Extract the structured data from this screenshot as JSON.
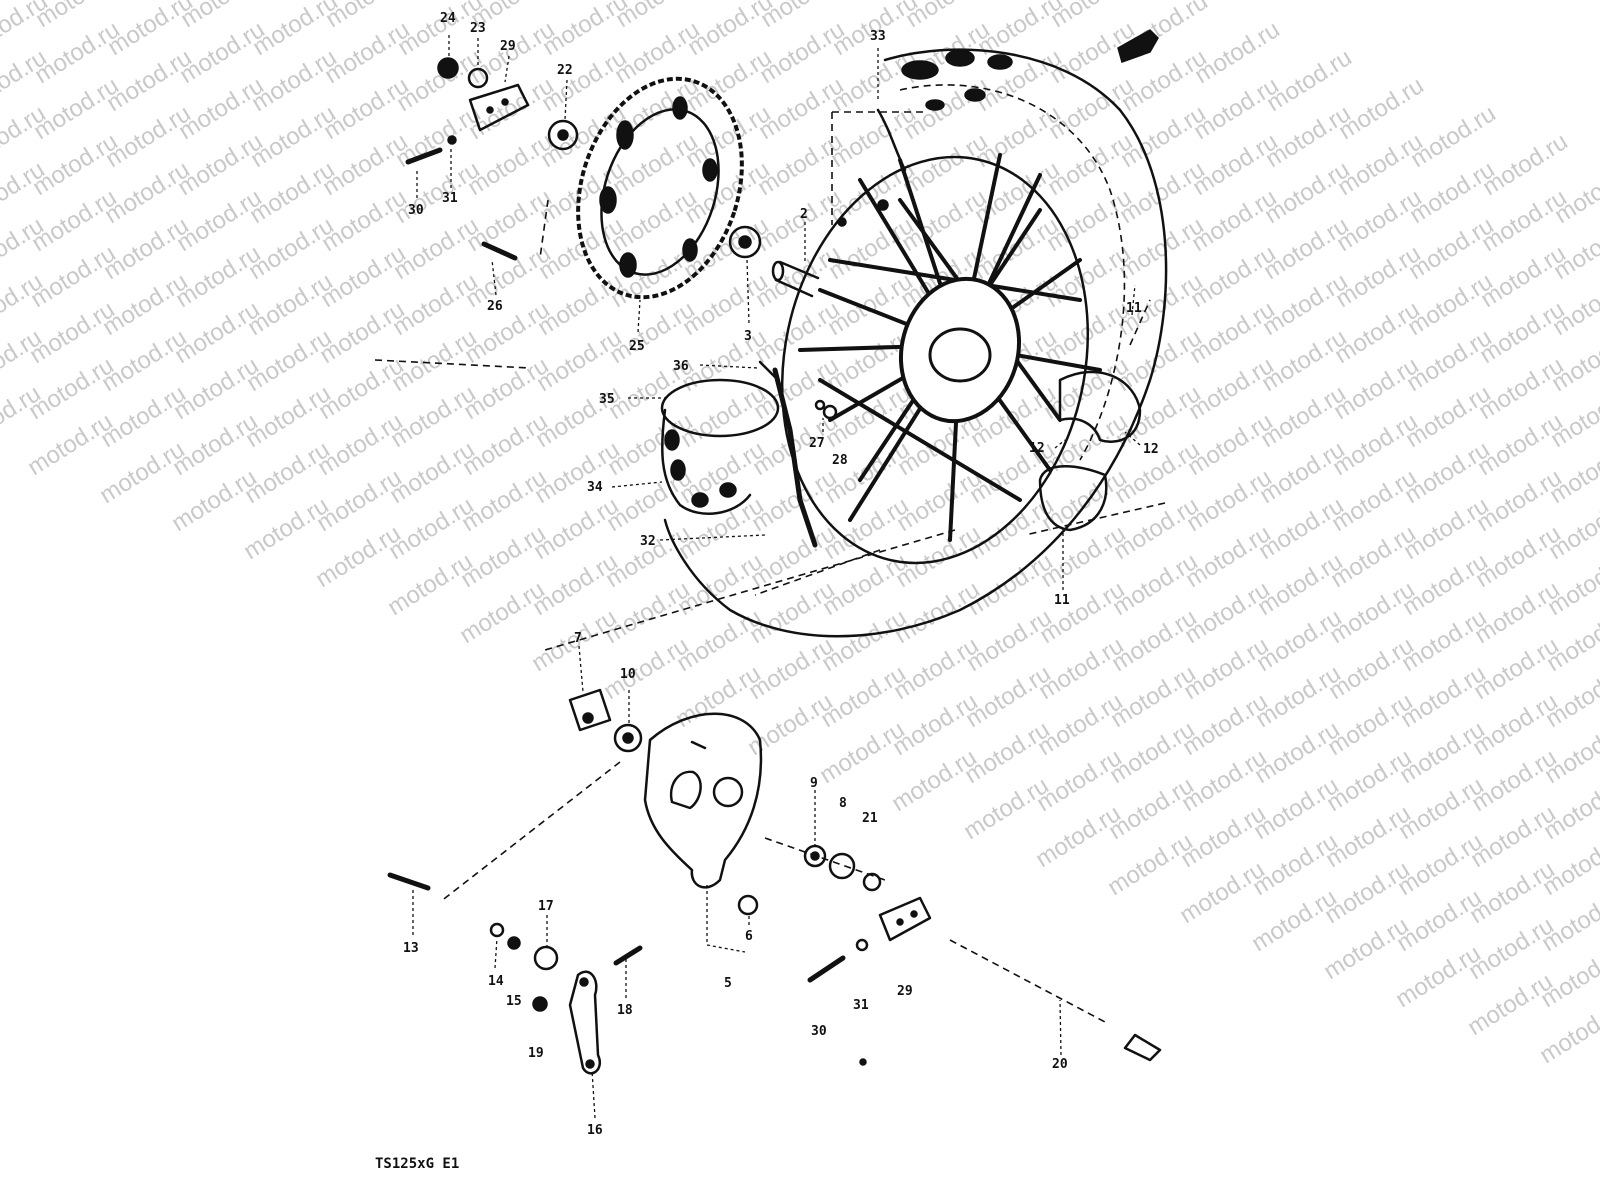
{
  "watermark": "motod.ru",
  "diagram_code": "TS125xG E1",
  "callouts": [
    {
      "id": "24",
      "label": "24"
    },
    {
      "id": "23",
      "label": "23"
    },
    {
      "id": "29a",
      "label": "29"
    },
    {
      "id": "22",
      "label": "22"
    },
    {
      "id": "33a",
      "label": "33"
    },
    {
      "id": "30a",
      "label": "30"
    },
    {
      "id": "31a",
      "label": "31"
    },
    {
      "id": "2",
      "label": "2"
    },
    {
      "id": "26",
      "label": "26"
    },
    {
      "id": "3",
      "label": "3"
    },
    {
      "id": "25",
      "label": "25"
    },
    {
      "id": "11a",
      "label": "11"
    },
    {
      "id": "36",
      "label": "36"
    },
    {
      "id": "35",
      "label": "35"
    },
    {
      "id": "27",
      "label": "27"
    },
    {
      "id": "28",
      "label": "28"
    },
    {
      "id": "12a",
      "label": "12"
    },
    {
      "id": "12b",
      "label": "12"
    },
    {
      "id": "34",
      "label": "34"
    },
    {
      "id": "32",
      "label": "32"
    },
    {
      "id": "11b",
      "label": "11"
    },
    {
      "id": "7",
      "label": "7"
    },
    {
      "id": "10",
      "label": "10"
    },
    {
      "id": "9",
      "label": "9"
    },
    {
      "id": "8",
      "label": "8"
    },
    {
      "id": "21",
      "label": "21"
    },
    {
      "id": "13",
      "label": "13"
    },
    {
      "id": "17",
      "label": "17"
    },
    {
      "id": "6",
      "label": "6"
    },
    {
      "id": "5",
      "label": "5"
    },
    {
      "id": "14",
      "label": "14"
    },
    {
      "id": "15",
      "label": "15"
    },
    {
      "id": "18",
      "label": "18"
    },
    {
      "id": "30b",
      "label": "30"
    },
    {
      "id": "31b",
      "label": "31"
    },
    {
      "id": "29b",
      "label": "29"
    },
    {
      "id": "19",
      "label": "19"
    },
    {
      "id": "20",
      "label": "20"
    },
    {
      "id": "16",
      "label": "16"
    }
  ]
}
